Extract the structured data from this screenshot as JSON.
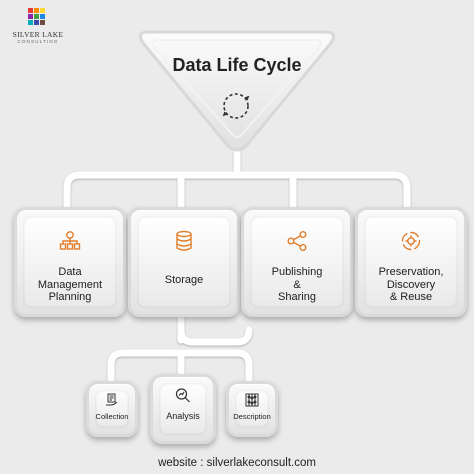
{
  "logo": {
    "name": "SILVER LAKE",
    "sub": "CONSULTING"
  },
  "title": "Data Life Cycle",
  "stages": [
    {
      "label": "Data\nManagement\nPlanning",
      "icon": "org-chart-icon"
    },
    {
      "label": "Storage",
      "icon": "database-icon"
    },
    {
      "label": "Publishing\n&\nSharing",
      "icon": "share-icon"
    },
    {
      "label": "Preservation,\nDiscovery\n& Reuse",
      "icon": "recycle-gear-icon"
    }
  ],
  "substeps": [
    {
      "label": "Collection",
      "icon": "document-hand-icon"
    },
    {
      "label": "Analysis",
      "icon": "magnifier-chart-icon"
    },
    {
      "label": "Description",
      "icon": "abacus-icon"
    }
  ],
  "footer": "website : silverlakeconsult.com",
  "colors": {
    "accent": "#e27d2a",
    "connector": "#ffffff",
    "background": "#ebebeb"
  }
}
